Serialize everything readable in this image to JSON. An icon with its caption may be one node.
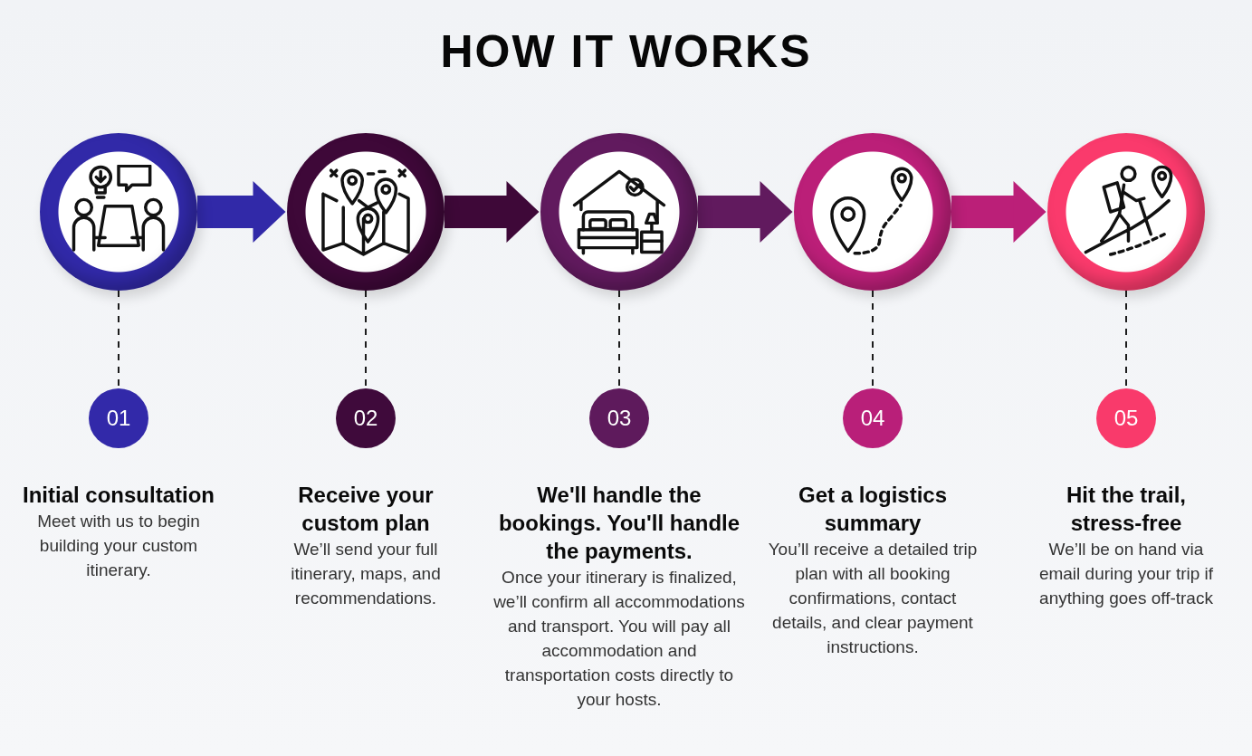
{
  "diagram": {
    "title": "HOW IT WORKS",
    "nodes": [
      {
        "text": [],
        "shape": "picture"
      },
      {
        "text": [],
        "shape": "picture"
      },
      {
        "text": [],
        "shape": "picture"
      },
      {
        "text": [],
        "shape": "picture"
      },
      {
        "text": [],
        "shape": "picture"
      },
      {
        "text": [
          "01"
        ],
        "beside": [
          "Initial consultation",
          "Meet with us to begin building your custom itinerary."
        ]
      },
      {
        "text": [
          "02"
        ],
        "beside": [
          "Receive your custom plan",
          "We’ll send your full itinerary, maps, and recommendations."
        ]
      },
      {
        "text": [
          "03"
        ],
        "beside": [
          "We'll handle the bookings. You'll handle the payments.",
          "Once your itinerary is finalized, we’ll confirm all accommodations and transport. You will pay all accommodation and transportation costs directly to your hosts."
        ]
      },
      {
        "text": [
          "04"
        ],
        "beside": [
          "Get a logistics summary",
          "You’ll receive a detailed trip plan with all booking confirmations, contact details, and clear payment instructions."
        ]
      },
      {
        "text": [
          "05"
        ],
        "beside": [
          "Hit the trail, stress-free",
          "We’ll be on hand via email during your trip if anything goes off-track"
        ]
      }
    ],
    "edges": [
      {
        "from": 0,
        "to": 1,
        "arrow": "to",
        "style": "thick",
        "color": "#3129a8"
      },
      {
        "from": 1,
        "to": 2,
        "arrow": "to",
        "style": "thick",
        "color": "#3e0838"
      },
      {
        "from": 2,
        "to": 3,
        "arrow": "to",
        "style": "thick",
        "color": "#611a5e"
      },
      {
        "from": 3,
        "to": 4,
        "arrow": "to",
        "style": "thick",
        "color": "#bb1f78"
      },
      {
        "from": 0,
        "to": 5,
        "arrow": "none",
        "style": "dashed"
      },
      {
        "from": 1,
        "to": 6,
        "arrow": "none",
        "style": "dashed"
      },
      {
        "from": 2,
        "to": 7,
        "arrow": "none",
        "style": "dashed"
      },
      {
        "from": 3,
        "to": 8,
        "arrow": "none",
        "style": "dashed"
      },
      {
        "from": 4,
        "to": 9,
        "arrow": "none",
        "style": "dashed"
      }
    ]
  }
}
